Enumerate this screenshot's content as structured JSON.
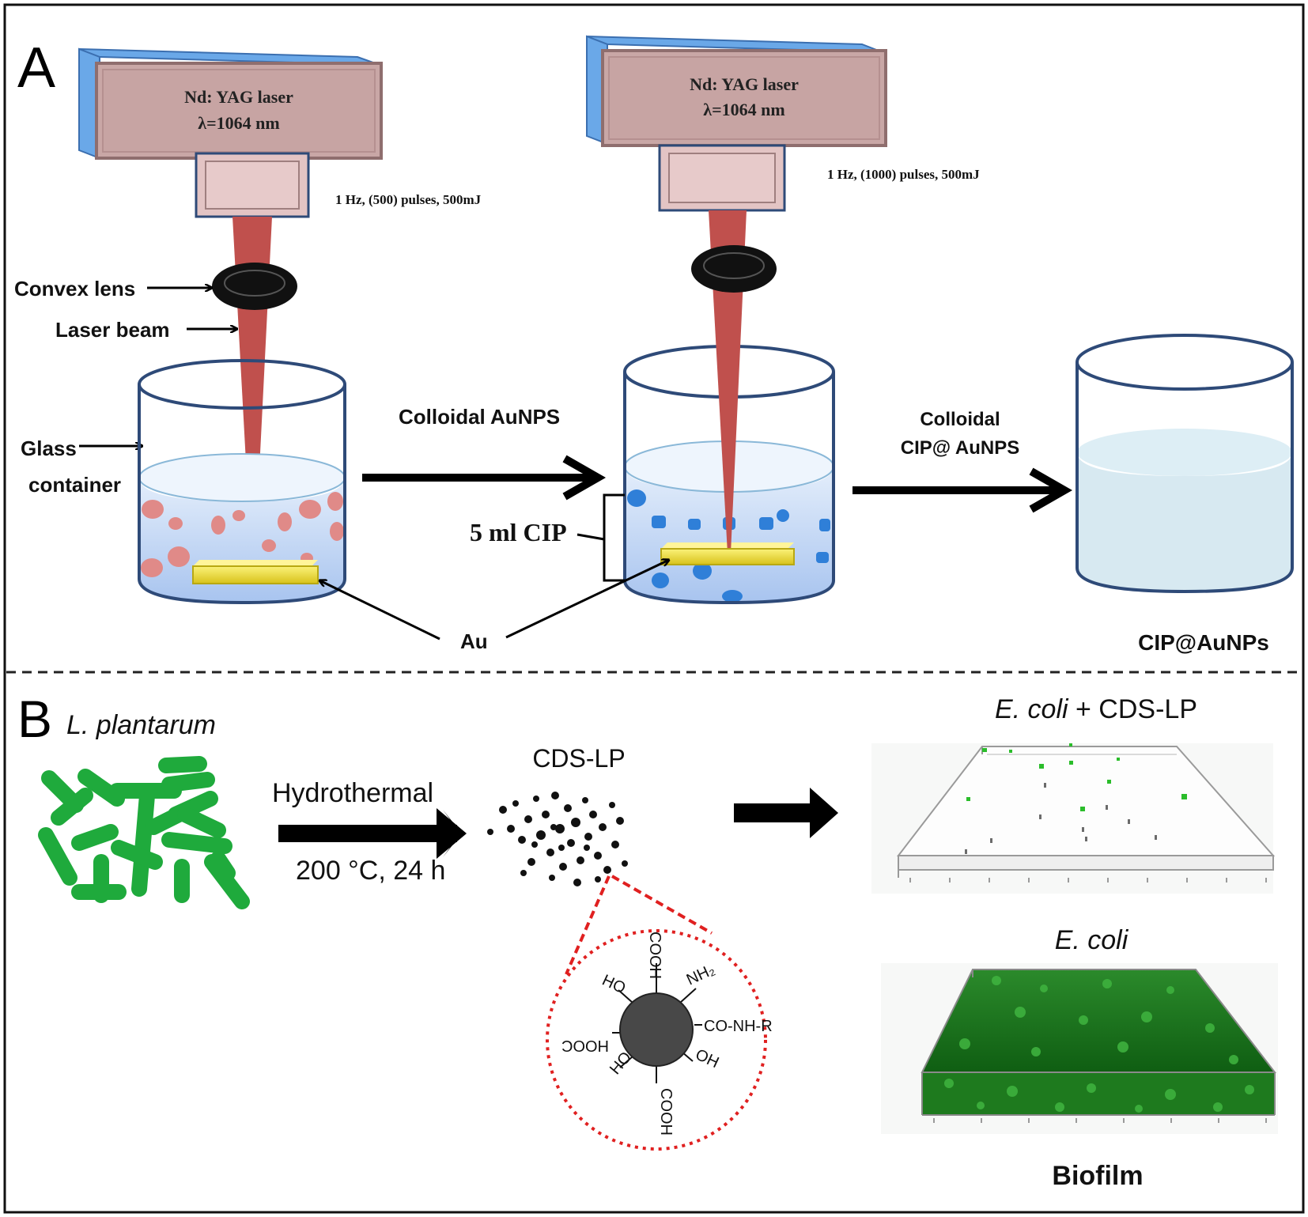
{
  "panel_a": {
    "letter": "A",
    "laser1": {
      "line1": "Nd: YAG laser",
      "line2": "λ=1064 nm",
      "params": "1 Hz, (500) pulses,  500mJ"
    },
    "laser2": {
      "line1": "Nd: YAG laser",
      "line2": "λ=1064 nm",
      "params": "1  Hz, (1000) pulses,  500mJ"
    },
    "labels": {
      "convex_lens": "Convex lens",
      "laser_beam": "Laser beam",
      "glass1": "Glass",
      "glass2": "container",
      "colloidal_aunps": "Colloidal AuNPS",
      "cip_volume": "5 ml CIP",
      "colloidal_cip_1": "Colloidal",
      "colloidal_cip_2": "CIP@ AuNPS",
      "au": "Au",
      "product": "CIP@AuNPs"
    }
  },
  "panel_b": {
    "letter": "B",
    "species": "L. plantarum",
    "process": "Hydrothermal",
    "conditions": "200 °C, 24 h",
    "cds_label": "CDS-LP",
    "groups": {
      "cooh_top": "COOH",
      "nh2": "NH₂",
      "ho_left": "HO",
      "conhr": "CO-NH-R",
      "hooc": "HOOC",
      "oh": "OH",
      "ho_bottom": "HO",
      "cooh_bottom": "COOH"
    },
    "treated_title_italic": "E. coli",
    "treated_title_rest": " + CDS-LP",
    "control_title": "E. coli",
    "biofilm": "Biofilm"
  },
  "colors": {
    "laser_beam": "#c0504d",
    "container_outline": "#2e4a78",
    "gold_target": "#f2e23a",
    "aunp_pink": "#e08a88",
    "cip_blue": "#2f7fd8",
    "bacteria_green": "#1faa3c",
    "dotted_red": "#e02020"
  }
}
